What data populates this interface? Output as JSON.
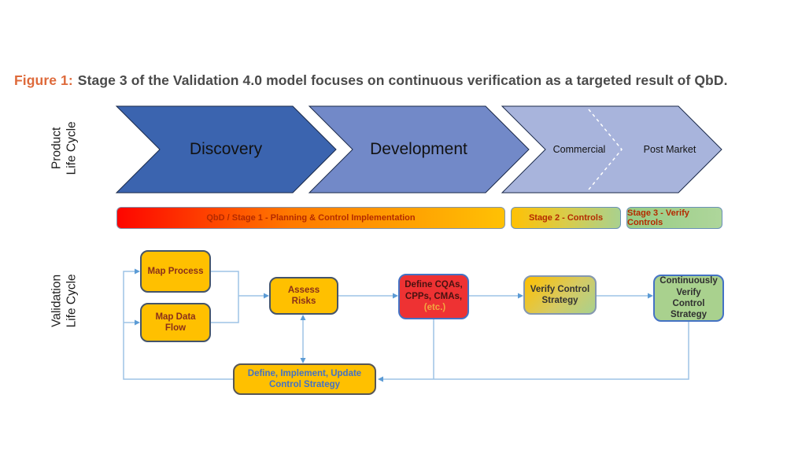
{
  "title": {
    "prefix": "Figure 1:",
    "text": "Stage 3 of the Validation 4.0 model focuses on continuous verification as a targeted result of QbD."
  },
  "axis_labels": {
    "product": "Product\nLife Cycle",
    "validation": "Validation\nLife Cycle"
  },
  "product_lifecycle_phases": [
    {
      "label": "Discovery",
      "fill": "#3b64af"
    },
    {
      "label": "Development",
      "fill": "#7289c8"
    },
    {
      "label": "Commercial",
      "fill": "#a8b4dc"
    },
    {
      "label": "Post Market",
      "fill": "#a8b4dc"
    }
  ],
  "stage_bars": [
    {
      "label": "QbD / Stage 1 - Planning & Control Implementation",
      "gradient": [
        "#fe0500",
        "#ffc104"
      ],
      "text_color": "#b42a00"
    },
    {
      "label": "Stage 2 -  Controls",
      "gradient": [
        "#ffc104",
        "#a9d18e"
      ],
      "text_color": "#b42a00"
    },
    {
      "label": "Stage 3 -  Verify Controls",
      "gradient": [
        "#98cc83",
        "#aed69b"
      ],
      "text_color": "#b42a00"
    }
  ],
  "flow_boxes": {
    "map_process": {
      "label": "Map Process",
      "fill": "#ffc000"
    },
    "map_data_flow": {
      "label": "Map Data Flow",
      "fill": "#ffc000"
    },
    "assess_risks": {
      "label": "Assess Risks",
      "fill": "#ffc000"
    },
    "define_cqas": {
      "label": "Define CQAs, CPPs, CMAs,",
      "etc": "(etc.)",
      "fill": "#ee3233"
    },
    "verify_control": {
      "label": "Verify Control Strategy",
      "fill_gradient": [
        "#ffc000",
        "#a9d18e"
      ]
    },
    "continuously_verify": {
      "label": "Continuously Verify Control Strategy",
      "fill": "#a9d18e"
    },
    "define_implement": {
      "label": "Define, Implement, Update Control Strategy",
      "fill": "#ffc000",
      "text_color": "#4472c4"
    }
  },
  "colors": {
    "connector_line": "#9dc3e6",
    "arrowhead": "#5b9bd5",
    "chevron_border": "#1b2a4a",
    "yellow_box_border": "#44546a",
    "blue_box_border": "#4472c4",
    "title_accent": "#de6a3b"
  }
}
